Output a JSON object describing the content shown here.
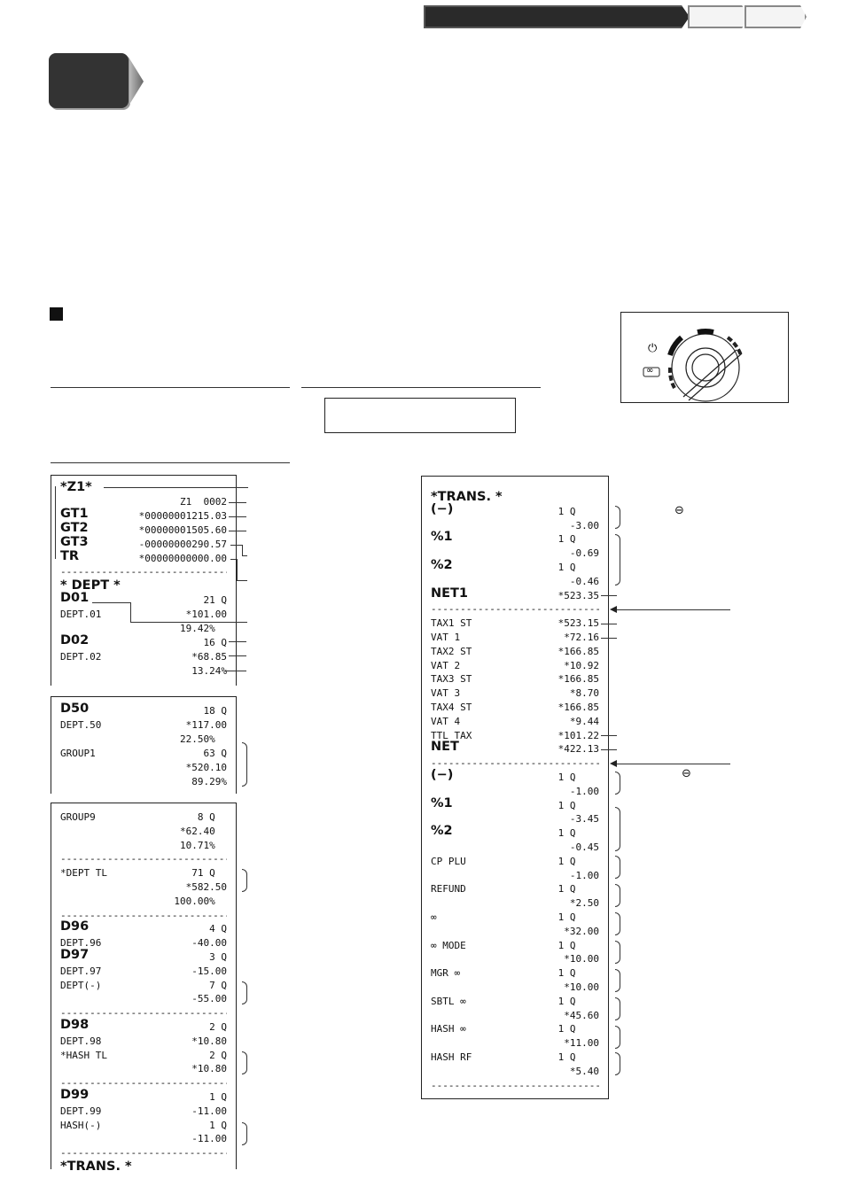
{
  "header": {
    "tabs": [
      "",
      "",
      ""
    ]
  },
  "key_switch": {
    "power_symbol": "⏻",
    "mode_symbol": "∞"
  },
  "receipt_left": {
    "sections": [
      {
        "lines": [
          {
            "l": "*Z1*",
            "r": "",
            "big": true
          },
          {
            "l": "",
            "r": "Z1  0002"
          },
          {
            "l": "GT1",
            "r": "*00000001215.03",
            "big_left": true
          },
          {
            "l": "GT2",
            "r": "*00000001505.60",
            "big_left": true
          },
          {
            "l": "GT3",
            "r": "-00000000290.57",
            "big_left": true
          },
          {
            "l": "TR",
            "r": "*00000000000.00",
            "big_left": true
          },
          {
            "dash": true
          },
          {
            "l": "* DEPT *",
            "r": "",
            "big": true
          },
          {
            "l": "D01",
            "r": "21 Q",
            "big_left": true
          },
          {
            "l": "DEPT.01",
            "r": "*101.00"
          },
          {
            "l": "",
            "r": "19.42%  "
          },
          {
            "l": "D02",
            "r": "16 Q",
            "big_left": true
          },
          {
            "l": "DEPT.02",
            "r": "*68.85"
          },
          {
            "l": "",
            "r": "13.24%"
          }
        ]
      },
      {
        "lines": [
          {
            "l": "D50",
            "r": "18 Q",
            "big_left": true
          },
          {
            "l": "DEPT.50",
            "r": "*117.00"
          },
          {
            "l": "",
            "r": "22.50%  "
          },
          {
            "l": "GROUP1",
            "r": "63 Q"
          },
          {
            "l": "",
            "r": "*520.10"
          },
          {
            "l": "",
            "r": "89.29%"
          }
        ]
      },
      {
        "lines": [
          {
            "l": "GROUP9",
            "r": "8 Q  "
          },
          {
            "l": "",
            "r": "*62.40  "
          },
          {
            "l": "",
            "r": "10.71%  "
          },
          {
            "dash": true
          },
          {
            "l": "*DEPT TL",
            "r": "71 Q  "
          },
          {
            "l": "",
            "r": "*582.50"
          },
          {
            "l": "",
            "r": "100.00%  "
          },
          {
            "dash": true
          },
          {
            "l": "D96",
            "r": "4 Q",
            "big_left": true
          },
          {
            "l": "DEPT.96",
            "r": "-40.00"
          },
          {
            "l": "D97",
            "r": "3 Q",
            "big_left": true
          },
          {
            "l": "DEPT.97",
            "r": "-15.00"
          },
          {
            "l": "DEPT(-)",
            "r": "7 Q"
          },
          {
            "l": "",
            "r": "-55.00"
          },
          {
            "dash": true
          },
          {
            "l": "D98",
            "r": "2 Q",
            "big_left": true
          },
          {
            "l": "DEPT.98",
            "r": "*10.80"
          },
          {
            "l": "*HASH TL",
            "r": "2 Q"
          },
          {
            "l": "",
            "r": "*10.80"
          },
          {
            "dash": true
          },
          {
            "l": "D99",
            "r": "1 Q",
            "big_left": true
          },
          {
            "l": "DEPT.99",
            "r": "-11.00"
          },
          {
            "l": "HASH(-)",
            "r": "1 Q"
          },
          {
            "l": "",
            "r": "-11.00"
          },
          {
            "dash": true
          },
          {
            "l": "*TRANS. *",
            "r": "",
            "big": true
          }
        ]
      }
    ]
  },
  "receipt_right": {
    "lines": [
      {
        "l": "*TRANS. *",
        "r": "",
        "big": true
      },
      {
        "l": "(−)",
        "r": "1 Q    ",
        "big_left": true
      },
      {
        "l": "",
        "r": "-3.00"
      },
      {
        "l": "%1",
        "r": "1 Q    ",
        "big_left": true
      },
      {
        "l": "",
        "r": "-0.69"
      },
      {
        "l": "%2",
        "r": "1 Q    ",
        "big_left": true
      },
      {
        "l": "",
        "r": "-0.46"
      },
      {
        "l": "NET1",
        "r": "*523.35",
        "big_left": true
      },
      {
        "dash": true
      },
      {
        "l": "TAX1 ST",
        "r": "*523.15"
      },
      {
        "l": "VAT 1",
        "r": "*72.16"
      },
      {
        "l": "TAX2 ST",
        "r": "*166.85"
      },
      {
        "l": "VAT 2",
        "r": "*10.92"
      },
      {
        "l": "TAX3 ST",
        "r": "*166.85"
      },
      {
        "l": "VAT 3",
        "r": "*8.70"
      },
      {
        "l": "TAX4 ST",
        "r": "*166.85"
      },
      {
        "l": "VAT 4",
        "r": "*9.44"
      },
      {
        "l": "TTL TAX",
        "r": "*101.22"
      },
      {
        "l": "NET",
        "r": "*422.13",
        "big_left": true
      },
      {
        "dash": true
      },
      {
        "l": "(−)",
        "r": "1 Q    ",
        "big_left": true
      },
      {
        "l": "",
        "r": "-1.00"
      },
      {
        "l": "%1",
        "r": "1 Q    ",
        "big_left": true
      },
      {
        "l": "",
        "r": "-3.45"
      },
      {
        "l": "%2",
        "r": "1 Q    ",
        "big_left": true
      },
      {
        "l": "",
        "r": "-0.45"
      },
      {
        "l": "CP PLU",
        "r": "1 Q    "
      },
      {
        "l": "",
        "r": "-1.00"
      },
      {
        "l": "REFUND",
        "r": "1 Q    "
      },
      {
        "l": "",
        "r": "*2.50"
      },
      {
        "l": "∞",
        "r": "1 Q    "
      },
      {
        "l": "",
        "r": "*32.00"
      },
      {
        "l": "∞ MODE",
        "r": "1 Q    "
      },
      {
        "l": "",
        "r": "*10.00"
      },
      {
        "l": "MGR ∞",
        "r": "1 Q    "
      },
      {
        "l": "",
        "r": "*10.00"
      },
      {
        "l": "SBTL ∞",
        "r": "1 Q    "
      },
      {
        "l": "",
        "r": "*45.60"
      },
      {
        "l": "HASH ∞",
        "r": "1 Q    "
      },
      {
        "l": "",
        "r": "*11.00"
      },
      {
        "l": "HASH RF",
        "r": "1 Q    "
      },
      {
        "l": "",
        "r": "*5.40"
      },
      {
        "dash": true
      }
    ]
  },
  "annotations": {
    "minus_symbol_1": "⊖",
    "minus_symbol_2": "⊖"
  }
}
